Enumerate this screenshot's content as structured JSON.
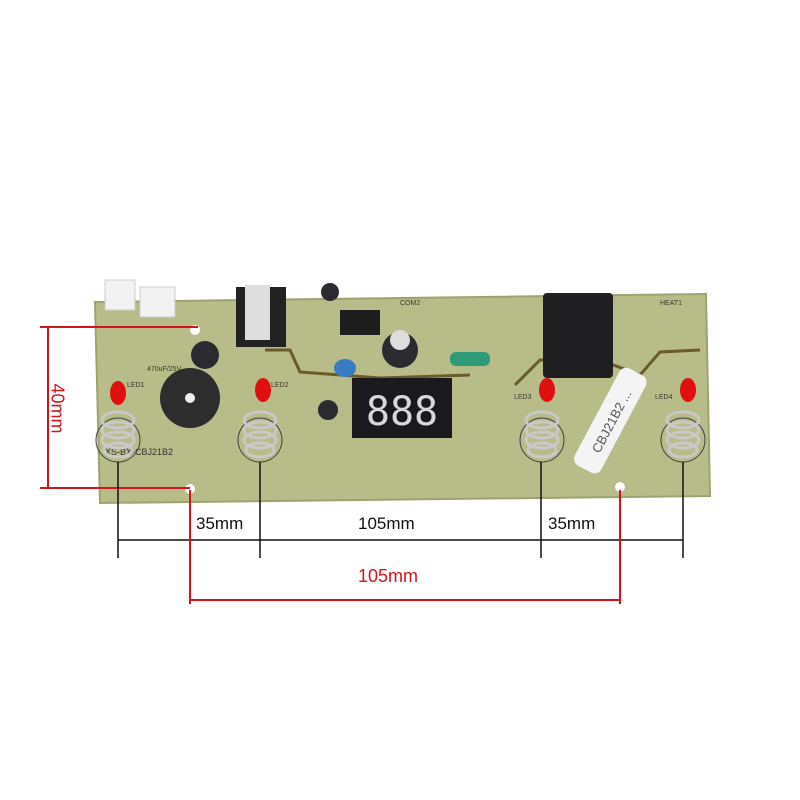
{
  "colors": {
    "board": "#b8bd8a",
    "dimension_red": "#d4141c",
    "dimension_black": "#111111",
    "led_red": "#e01010"
  },
  "board": {
    "model_label": "XS-BX-CBJ21B2",
    "sticker_text": "CBJ21B2 ...",
    "display_digits": "888",
    "capacitor_label": "470uF/25V",
    "led_labels": [
      "LED1",
      "LED2",
      "LED3",
      "LED4"
    ],
    "terminal_label": "HEAT1",
    "com_label": "COM2"
  },
  "dimensions": {
    "height": "40mm",
    "left_spacing": "35mm",
    "middle_spacing": "105mm",
    "right_spacing": "35mm",
    "hole_spacing": "105mm"
  }
}
